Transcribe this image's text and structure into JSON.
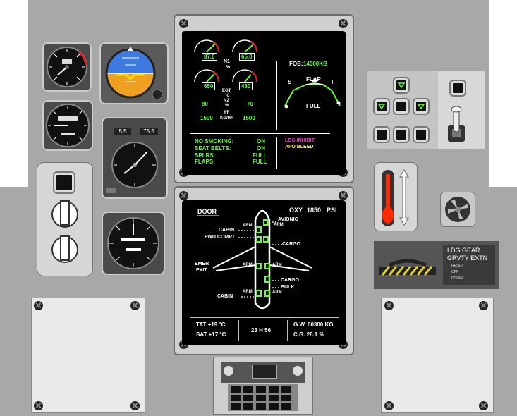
{
  "upper_display": {
    "n1_left": "87.0",
    "n1_right": "65.0",
    "n1_label": "N1",
    "n1_unit": "%",
    "egt_left": "650",
    "egt_right": "480",
    "egt_label": "EGT",
    "egt_unit": "°C",
    "n2_label": "N2",
    "n2_unit": "%",
    "n2_left": "80",
    "n2_right": "70",
    "ff_left": "1500",
    "ff_right": "1500",
    "ff_label": "FF",
    "ff_unit": "KG/HR",
    "fob_label": "FOB:",
    "fob_value": "14000KG",
    "flap_label": "FLAP",
    "flap_s": "S",
    "flap_f": "F",
    "flap_full": "FULL",
    "status": [
      {
        "label": "NO SMOKING:",
        "value": "ON"
      },
      {
        "label": "SEAT BELTS:",
        "value": "ON"
      },
      {
        "label": "SPLRS:",
        "value": "FULL"
      },
      {
        "label": "FLAPS:",
        "value": "FULL"
      }
    ],
    "ldg_inhibit": "LDG INHIBIT",
    "apu_bleed": "APU BLEED"
  },
  "lower_display": {
    "door_title": "DOOR",
    "oxy_label": "OXY",
    "oxy_value": "1850",
    "oxy_unit": "PSI",
    "arm": "ARM",
    "labels": {
      "avionic": "AVIONIC",
      "cabin_fwd": "CABIN",
      "fwd_compt": "FWD COMPT",
      "cargo_fwd": "CARGO",
      "emer": "EMER",
      "exit": "EXIT",
      "cargo_aft": "CARGO",
      "bulk": "BULK",
      "cabin_aft": "CABIN"
    },
    "tat": "TAT +19 °C",
    "sat": "SAT +17 °C",
    "time": "23 H 56",
    "gw": "G.W. 60300 KG",
    "cg": "C.G.  28.1 %"
  },
  "standby": {
    "alt_left": "5.5",
    "alt_right": "75.5"
  },
  "gear_extension": {
    "line1": "LDG GEAR",
    "line2": "GRVTY EXTN",
    "reset": "RESET",
    "off": "OFF",
    "down": "DOWN"
  },
  "colors": {
    "panel": "#a8a8a8",
    "screen_text_green": "#66ff33",
    "screen_text_magenta": "#ff33cc",
    "screen_text_yellow": "#ffee33",
    "attitude_sky": "#3d7ae0",
    "attitude_ground": "#f0a020",
    "brake_indicator": "#ff2a00"
  }
}
